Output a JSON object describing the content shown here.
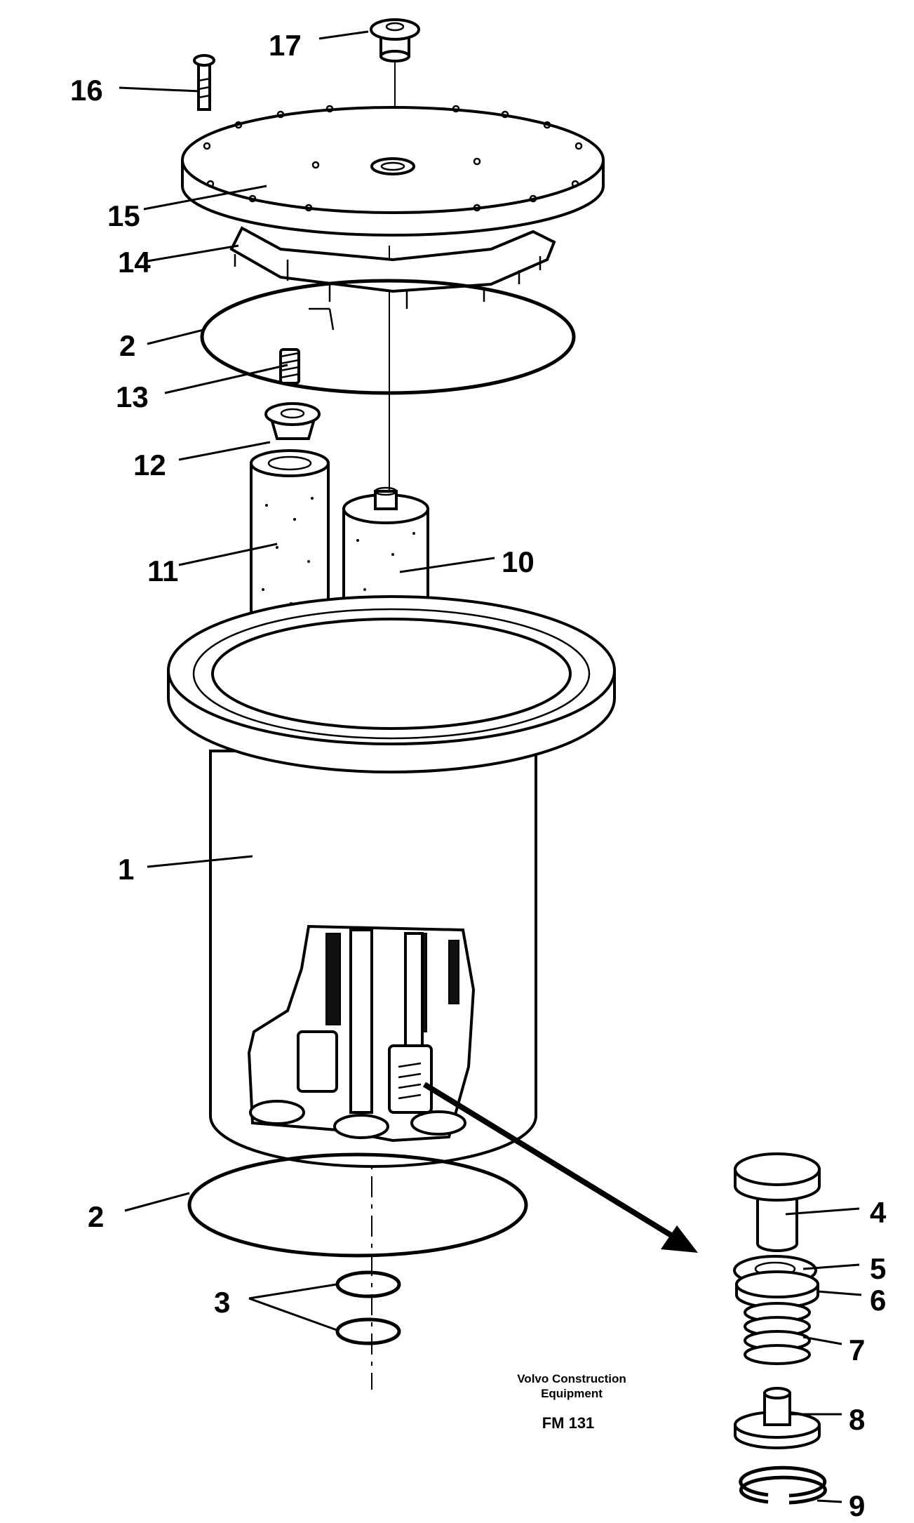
{
  "callouts": {
    "c1": "1",
    "c2_top": "2",
    "c2_bottom": "2",
    "c3": "3",
    "c4": "4",
    "c5": "5",
    "c6": "6",
    "c7": "7",
    "c8": "8",
    "c9": "9",
    "c10": "10",
    "c11": "11",
    "c12": "12",
    "c13": "13",
    "c14": "14",
    "c15": "15",
    "c16": "16",
    "c17": "17"
  },
  "credit": {
    "line1": "Volvo Construction",
    "line2": "Equipment",
    "code": "FM 131"
  }
}
